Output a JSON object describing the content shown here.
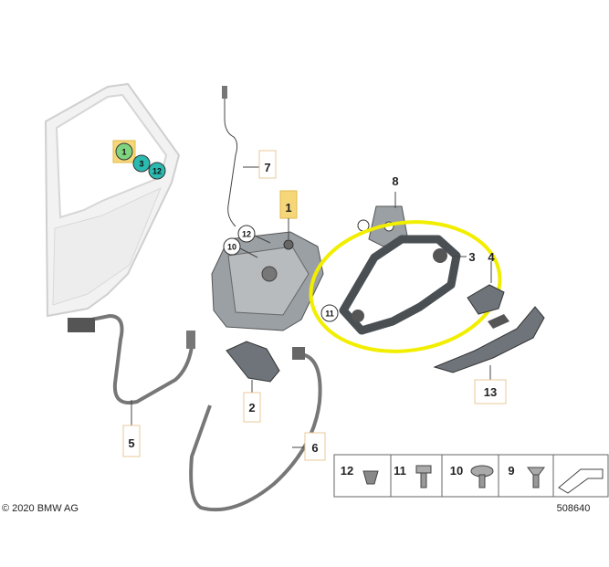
{
  "copyright": "© 2020 BMW AG",
  "diagram_number": "508640",
  "door_callouts": [
    "1",
    "3",
    "12"
  ],
  "part_labels": {
    "p1": "1",
    "p2": "2",
    "p3": "3",
    "p4": "4",
    "p5": "5",
    "p6": "6",
    "p7": "7",
    "p8": "8",
    "p10": "10",
    "p11": "11",
    "p12": "12",
    "p13": "13"
  },
  "legend": [
    {
      "number": "12",
      "icon": "clip-icon"
    },
    {
      "number": "11",
      "icon": "hex-bolt-icon"
    },
    {
      "number": "10",
      "icon": "round-head-screw-icon"
    },
    {
      "number": "9",
      "icon": "torx-screw-icon"
    }
  ],
  "colors": {
    "highlight_ellipse": "#f2ee00",
    "callout_green": "#7fd47f",
    "callout_teal": "#2bb9b0",
    "label_box_yellow": "#f5d77a"
  }
}
